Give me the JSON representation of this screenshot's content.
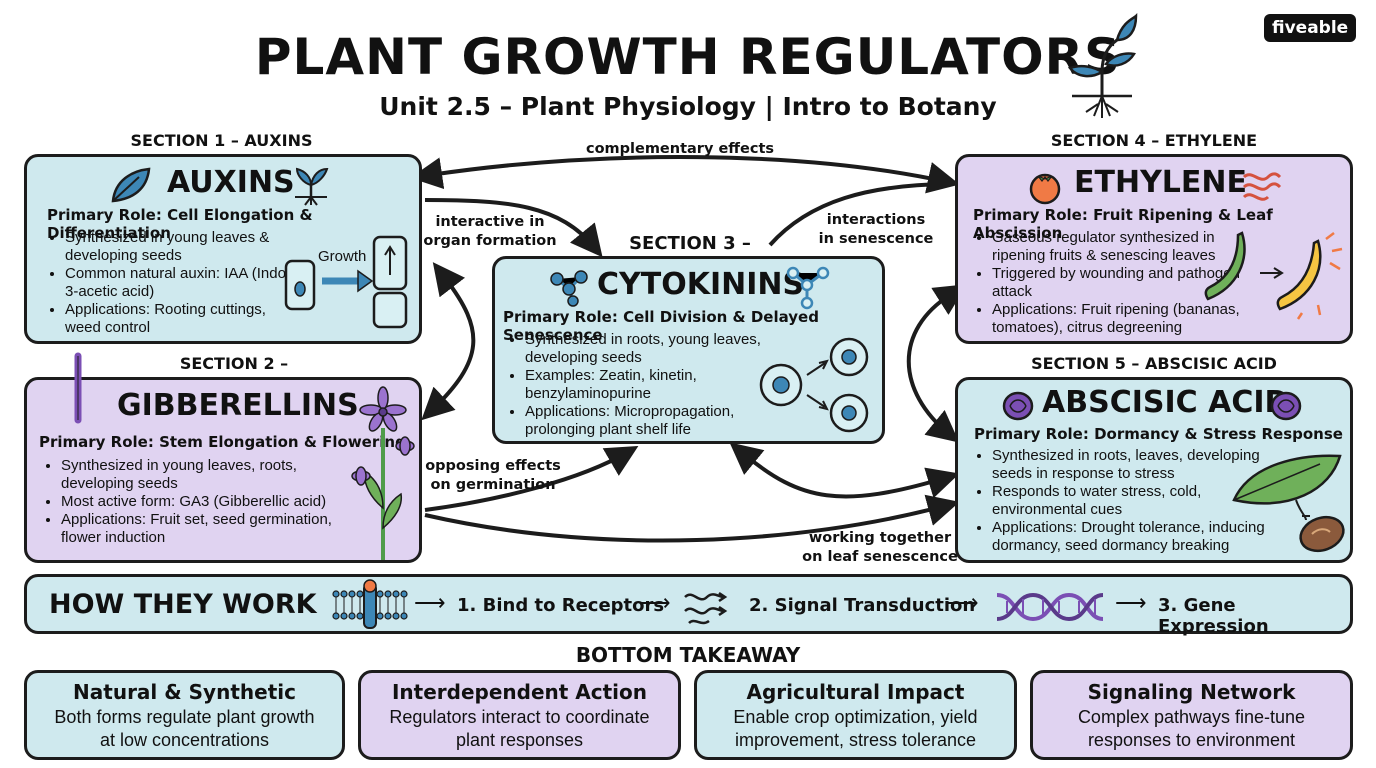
{
  "header": {
    "title": "PLANT GROWTH REGULATORS",
    "subtitle": "Unit 2.5 – Plant Physiology | Intro to Botany",
    "logo": "fiveable"
  },
  "sections": {
    "auxins": {
      "label": "SECTION 1 – AUXINS",
      "title": "AUXINS",
      "role": "Primary Role: Cell Elongation & Differentiation",
      "bullets": [
        "Synthesized in young leaves & developing seeds",
        "Common natural auxin: IAA (Indole-3-acetic acid)",
        "Applications: Rooting cuttings, weed control"
      ],
      "figure_label": "Growth"
    },
    "gibberellins": {
      "label": "SECTION 2 –",
      "title": "GIBBERELLINS",
      "role": "Primary Role: Stem Elongation & Flowering",
      "bullets": [
        "Synthesized in young leaves, roots, developing seeds",
        "Most active form: GA3 (Gibberellic acid)",
        "Applications: Fruit set, seed germination, flower induction"
      ]
    },
    "cytokinins": {
      "label": "SECTION 3 –",
      "title": "CYTOKININS",
      "role": "Primary Role: Cell Division & Delayed Senescence",
      "bullets": [
        "Synthesized in roots, young leaves, developing seeds",
        "Examples: Zeatin, kinetin, benzylaminopurine",
        "Applications: Micropropagation, prolonging plant shelf life"
      ]
    },
    "ethylene": {
      "label": "SECTION 4 – ETHYLENE",
      "title": "ETHYLENE",
      "role": "Primary Role: Fruit Ripening & Leaf Abscission",
      "bullets": [
        "Gaseous regulator synthesized in ripening fruits & senescing leaves",
        "Triggered by wounding and pathogen attack",
        "Applications: Fruit ripening (bananas, tomatoes), citrus degreening"
      ]
    },
    "abscisic": {
      "label": "SECTION 5 – ABSCISIC ACID",
      "title": "ABSCISIC ACID",
      "role": "Primary Role: Dormancy & Stress Response",
      "bullets": [
        "Synthesized in roots, leaves, developing seeds in response to stress",
        "Responds to water stress, cold, environmental cues",
        "Applications: Drought tolerance, inducing dormancy, seed dormancy breaking"
      ]
    }
  },
  "connections": {
    "complementary": "complementary effects",
    "interactive": [
      "interactive in",
      "organ formation"
    ],
    "interactions": [
      "interactions",
      "in senescence"
    ],
    "opposing": [
      "opposing effects",
      "on germination"
    ],
    "working": [
      "working together",
      "on leaf senescence"
    ]
  },
  "how_they_work": {
    "title": "HOW THEY WORK",
    "steps": [
      "1. Bind to Receptors",
      "2. Signal Transduction",
      "3. Gene Expression"
    ]
  },
  "takeaway": {
    "title": "BOTTOM TAKEAWAY",
    "cards": [
      {
        "heading": "Natural & Synthetic",
        "text1": "Both forms regulate plant growth",
        "text2": "at low concentrations"
      },
      {
        "heading": "Interdependent Action",
        "text1": "Regulators interact to coordinate",
        "text2": "plant responses"
      },
      {
        "heading": "Agricultural Impact",
        "text1": "Enable crop optimization, yield",
        "text2": "improvement, stress tolerance"
      },
      {
        "heading": "Signaling Network",
        "text1": "Complex pathways fine-tune",
        "text2": "responses to environment"
      }
    ]
  },
  "colors": {
    "blue_card": "#cfe9ee",
    "purple_card": "#e0d3f1",
    "outline": "#1c1c1c",
    "icon_blue": "#3d87b6",
    "icon_purple": "#7b4fb4"
  },
  "icons": [
    "sprout-icon",
    "leaf-icon",
    "cell-icon",
    "molecule-icon",
    "flower-icon",
    "stem-icon",
    "tomato-icon",
    "gas-waves-icon",
    "banana-icon",
    "seed-icon",
    "leaf-droplet-icon",
    "receptor-icon",
    "signal-waves-icon",
    "dna-icon"
  ]
}
